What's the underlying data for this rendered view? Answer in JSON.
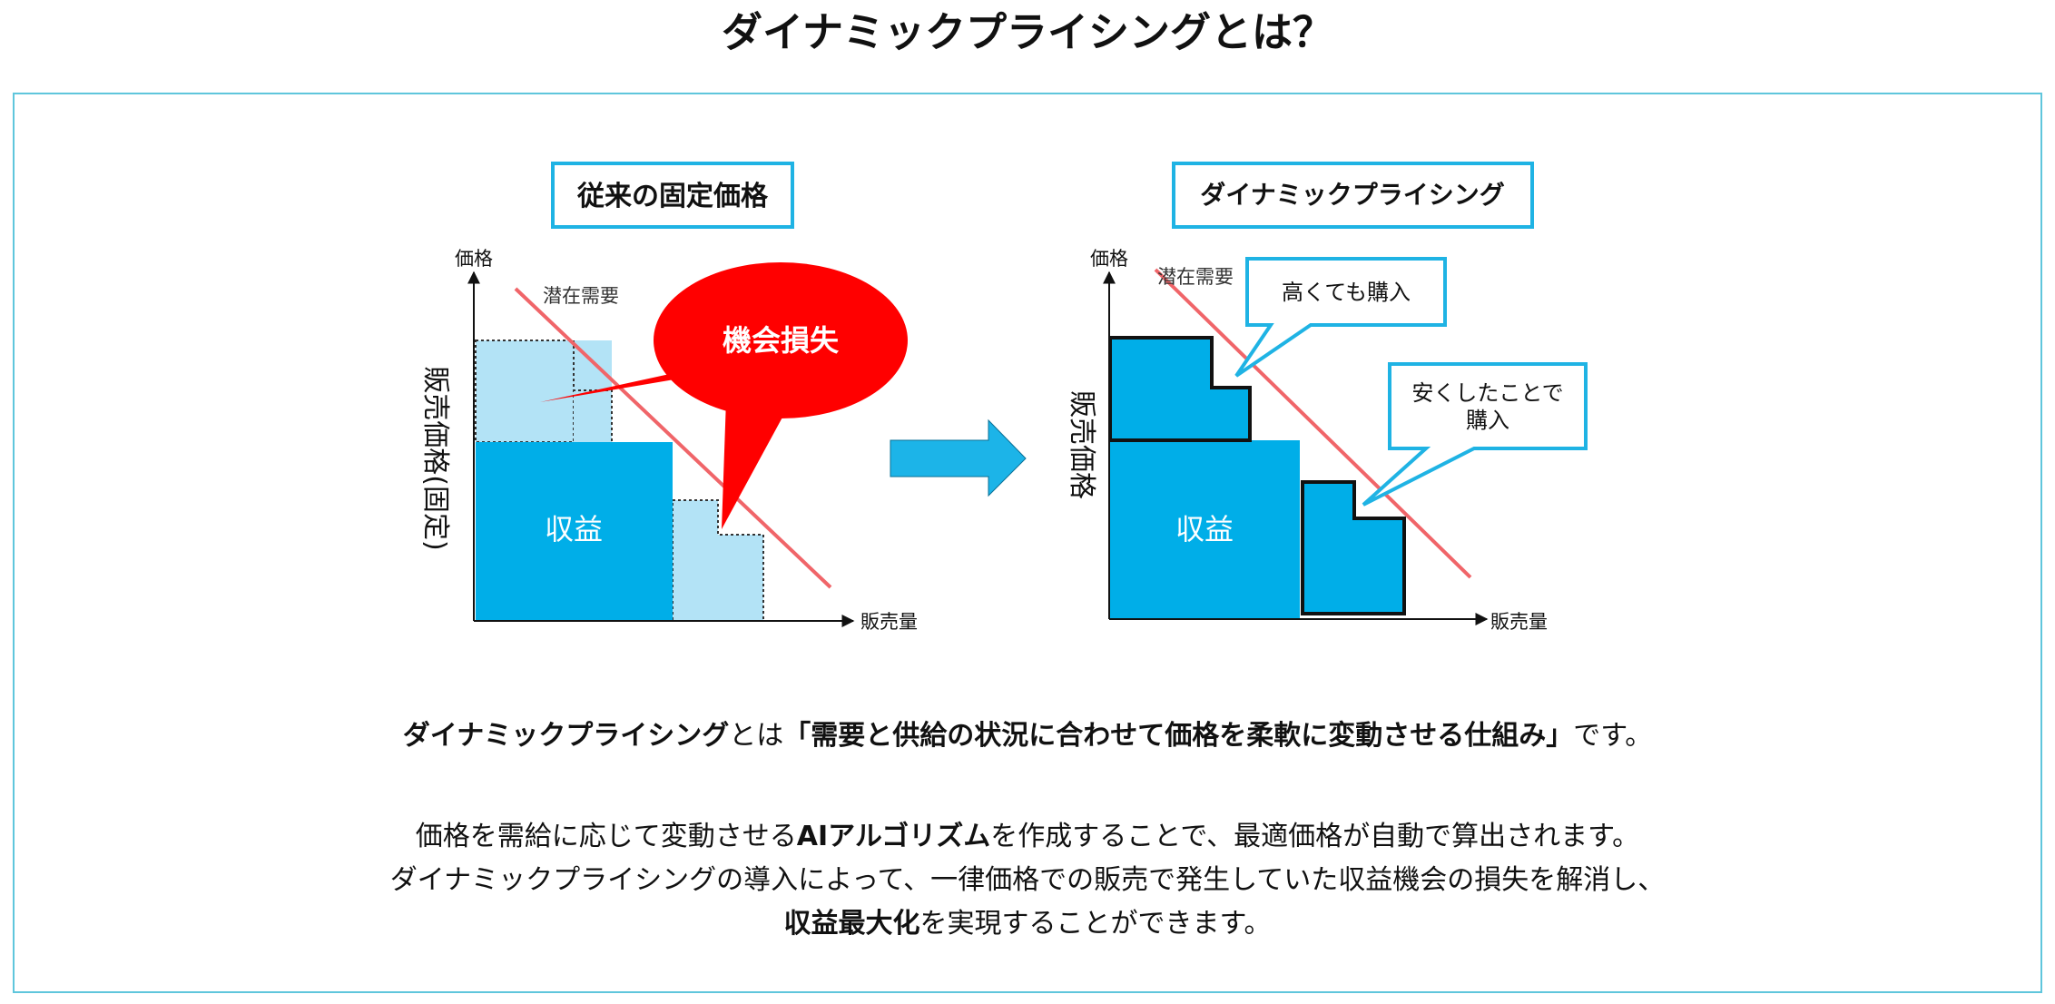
{
  "title": "ダイナミックプライシングとは？",
  "colors": {
    "frame_border": "#5fc6dc",
    "box_border": "#1fb3e4",
    "revenue_fill": "#00aee8",
    "loss_fill": "#b3e3f6",
    "demand_line": "#f06569",
    "balloon_red": "#ff0000",
    "arrow_fill": "#1cb4e8"
  },
  "left_diagram": {
    "label": "従来の固定価格",
    "y_axis_short": "価格",
    "y_axis_long": "販売価格(固定)",
    "x_axis": "販売量",
    "demand_label": "潜在需要",
    "revenue_label": "収益",
    "balloon": "機会損失"
  },
  "right_diagram": {
    "label": "ダイナミックプライシング",
    "y_axis_short": "価格",
    "y_axis_long": "販売価格",
    "x_axis": "販売量",
    "demand_label": "潜在需要",
    "revenue_label": "収益",
    "callout_high": "高くても購入",
    "callout_cheap_line1": "安くしたことで",
    "callout_cheap_line2": "購入"
  },
  "lead": {
    "term": "ダイナミックプライシング",
    "toha": "とは",
    "quote": "「需要と供給の状況に合わせて価格を柔軟に変動させる仕組み」",
    "end": "です。"
  },
  "body": {
    "line1_pre": "価格を需給に応じて変動させる",
    "line1_bold": "AIアルゴリズム",
    "line1_post": "を作成することで、最適価格が自動で算出されます。",
    "line2": "ダイナミックプライシングの導入によって、一律価格での販売で発生していた収益機会の損失を解消し、",
    "line3_bold": "収益最大化",
    "line3_post": "を実現することができます。"
  }
}
